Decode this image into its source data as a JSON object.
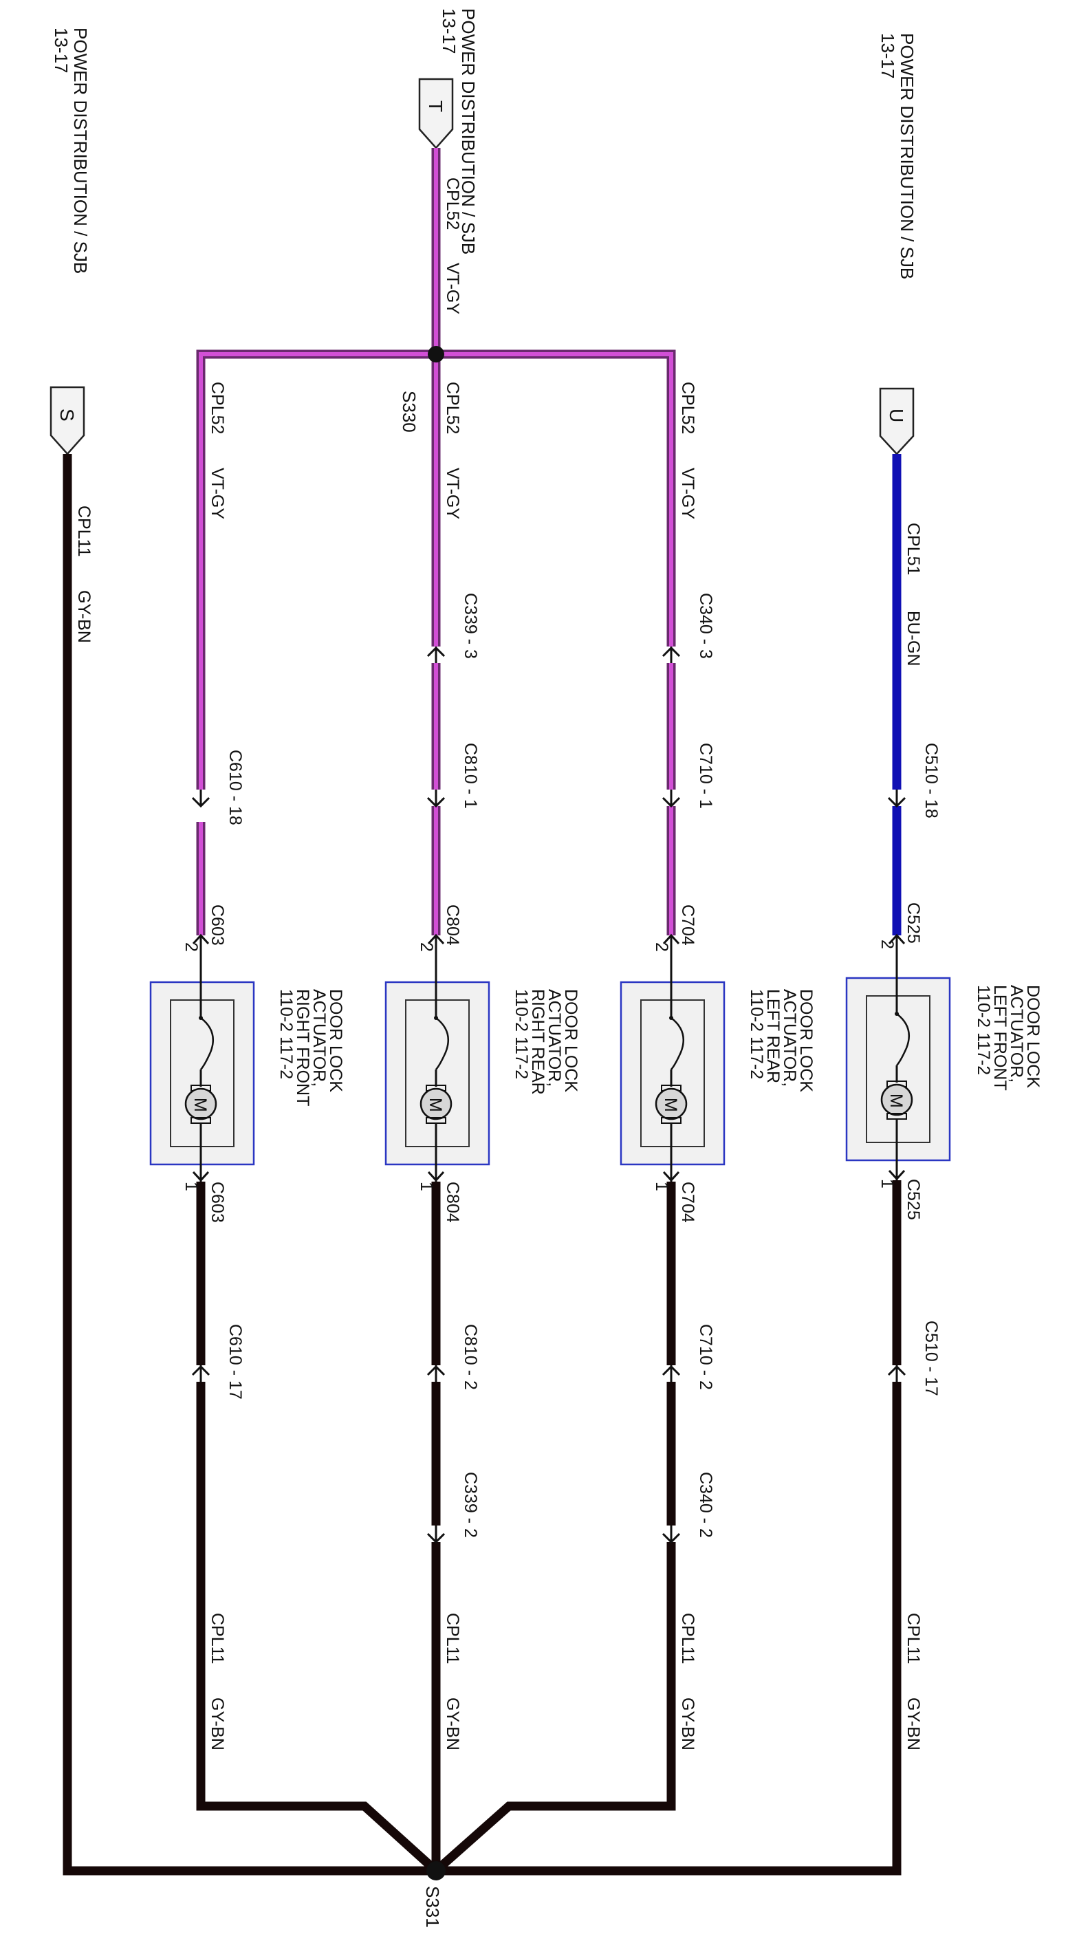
{
  "sources": {
    "left": {
      "line1": "POWER DISTRIBUTION / SJB",
      "line2": "13-17",
      "letter": "S"
    },
    "middle": {
      "line1": "POWER DISTRIBUTION / SJB",
      "line2": "13-17",
      "letter": "T"
    },
    "right": {
      "line1": "POWER DISTRIBUTION / SJB",
      "line2": "13-17",
      "letter": "U"
    }
  },
  "splices": {
    "top": "S330",
    "bottom": "S331"
  },
  "feed_wire": {
    "circuit": "CPL52",
    "color": "VT-GY"
  },
  "ground_wire": {
    "circuit": "CPL11",
    "color": "GY-BN"
  },
  "branches": {
    "rf": {
      "power_circuit": "CPL52",
      "power_color": "VT-GY",
      "conn_a": "C610 - 18",
      "device_conn_top": "C603",
      "pin_top": "2",
      "device": {
        "l1": "DOOR LOCK",
        "l2": "ACTUATOR,",
        "l3": "RIGHT FRONT",
        "l4": "110-2  117-2"
      },
      "motor": "M",
      "device_conn_bot": "C603",
      "pin_bot": "1",
      "conn_b": "C610 - 17",
      "ground_circuit": "CPL11",
      "ground_color": "GY-BN"
    },
    "rr": {
      "power_circuit": "CPL52",
      "power_color": "VT-GY",
      "conn_1": "C339 - 3",
      "conn_2": "C810 - 1",
      "device_conn_top": "C804",
      "pin_top": "2",
      "device": {
        "l1": "DOOR LOCK",
        "l2": "ACTUATOR,",
        "l3": "RIGHT REAR",
        "l4": "110-2  117-2"
      },
      "motor": "M",
      "device_conn_bot": "C804",
      "pin_bot": "1",
      "conn_3": "C810 - 2",
      "conn_4": "C339 - 2",
      "ground_circuit": "CPL11",
      "ground_color": "GY-BN"
    },
    "lr": {
      "power_circuit": "CPL52",
      "power_color": "VT-GY",
      "conn_1": "C340 - 3",
      "conn_2": "C710 - 1",
      "device_conn_top": "C704",
      "pin_top": "2",
      "device": {
        "l1": "DOOR LOCK",
        "l2": "ACTUATOR,",
        "l3": "LEFT REAR",
        "l4": "110-2  117-2"
      },
      "motor": "M",
      "device_conn_bot": "C704",
      "pin_bot": "1",
      "conn_3": "C710 - 2",
      "conn_4": "C340 - 2",
      "ground_circuit": "CPL11",
      "ground_color": "GY-BN"
    },
    "lf": {
      "power_circuit": "CPL51",
      "power_color": "BU-GN",
      "conn_a": "C510 - 18",
      "device_conn_top": "C525",
      "pin_top": "2",
      "device": {
        "l1": "DOOR LOCK",
        "l2": "ACTUATOR,",
        "l3": "LEFT FRONT",
        "l4": "110-2  117-2"
      },
      "motor": "M",
      "device_conn_bot": "C525",
      "pin_bot": "1",
      "conn_b": "C510 - 17",
      "ground_circuit": "CPL11",
      "ground_color": "GY-BN"
    }
  },
  "colors": {
    "vt_gy_outer": "#6a2a6e",
    "vt_gy_inner": "#d24fd6",
    "bu_gn": "#1010b4",
    "gy_bn": "#150808",
    "device_border": "#2a36c2",
    "device_fill": "#f1f1f1"
  }
}
